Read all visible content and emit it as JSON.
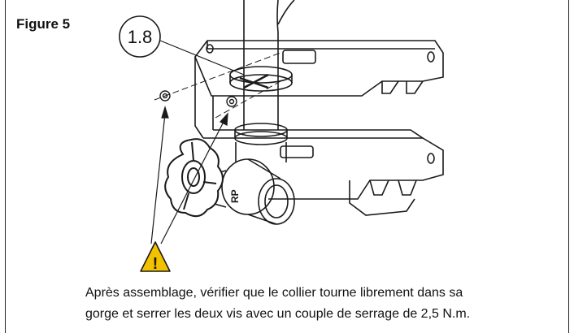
{
  "figure": {
    "label": "Figure 5",
    "callout_value": "1.8",
    "warning_symbol": "!",
    "valve_mark": "RP"
  },
  "caption": {
    "line1": "Après assemblage, vérifier que le collier tourne librement dans sa",
    "line2": "gorge et serrer les deux vis avec un couple de serrage de 2,5 N.m."
  },
  "colors": {
    "line": "#1a1a1a",
    "warning_fill": "#f2c200",
    "background": "#ffffff"
  }
}
